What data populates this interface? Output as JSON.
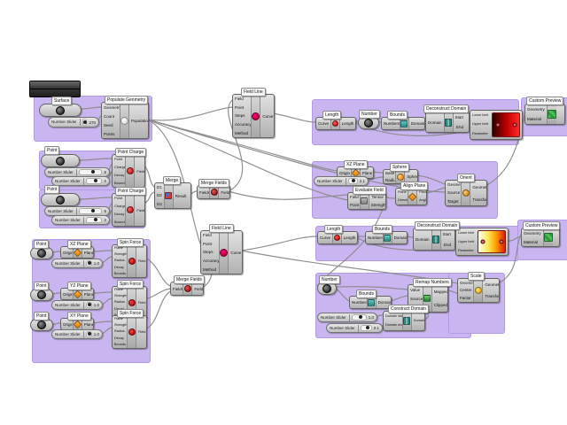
{
  "sliders": {
    "label": "Number Slider",
    "values": {
      "populate": "270",
      "c1a": "5",
      "c1b": "2",
      "c2a": "5",
      "c2b": "2",
      "d1": "1.0",
      "d2": "1.0",
      "d3": "1.0",
      "e": "2.1",
      "g1": "1.0",
      "g2": "0.1"
    }
  },
  "params": {
    "surface": "Surface",
    "point": "Point",
    "number": "Number"
  },
  "nodes": {
    "populate": {
      "tag": "Populate Geometry",
      "inputs": [
        "Geometry",
        "Count",
        "Seed",
        "Points"
      ],
      "outputs": [
        "Population"
      ]
    },
    "field_line": {
      "tag": "Field Line",
      "inputs": [
        "Field",
        "Point",
        "Steps",
        "Accuracy",
        "Method"
      ],
      "outputs": [
        "Curve"
      ]
    },
    "length": {
      "tag": "Length",
      "inputs": [
        "Curve"
      ],
      "outputs": [
        "Length"
      ]
    },
    "bounds": {
      "tag": "Bounds",
      "inputs": [
        "Numbers"
      ],
      "outputs": [
        "Domain"
      ]
    },
    "decon": {
      "tag": "Deconstruct Domain",
      "inputs": [
        "Domain"
      ],
      "outputs": [
        "Start",
        "End"
      ]
    },
    "gradient": {
      "inputs": [
        "Lower limit",
        "Upper limit",
        "Parameter"
      ]
    },
    "preview": {
      "tag": "Custom Preview",
      "inputs": [
        "Geometry",
        "Material"
      ]
    },
    "point_charge": {
      "tag": "Point Charge",
      "inputs": [
        "Point",
        "Charge",
        "Decay",
        "Bounds"
      ],
      "outputs": [
        "Field"
      ]
    },
    "merge": {
      "tag": "Merge",
      "inputs": [
        "D1",
        "D2",
        "D3"
      ],
      "outputs": [
        "Result"
      ]
    },
    "merge_fields": {
      "tag": "Merge Fields",
      "inputs": [
        "Fields"
      ],
      "outputs": [
        "Field"
      ]
    },
    "plane": {
      "xz": "XZ Plane",
      "yz": "YZ Plane",
      "xy": "XY Plane",
      "inputs": [
        "Origin"
      ],
      "outputs": [
        "Plane"
      ]
    },
    "spin": {
      "tag": "Spin Force",
      "inputs": [
        "Plane",
        "Strength",
        "Radius",
        "Decay",
        "Bounds"
      ],
      "outputs": [
        "Field"
      ]
    },
    "sphere": {
      "tag": "Sphere",
      "inputs": [
        "Base",
        "Radius"
      ],
      "outputs": [
        "Sphere"
      ]
    },
    "eval_field": {
      "tag": "Evaluate Field",
      "inputs": [
        "Field",
        "Point"
      ],
      "outputs": [
        "Tensor",
        "Strength"
      ]
    },
    "align": {
      "tag": "Align Plane",
      "inputs": [
        "Plane",
        "Direction"
      ],
      "outputs": [
        "Plane",
        "Angle"
      ]
    },
    "orient": {
      "tag": "Orient",
      "inputs": [
        "Geometry",
        "Source",
        "Target"
      ],
      "outputs": [
        "Geometry",
        "Transform"
      ]
    },
    "remap": {
      "tag": "Remap Numbers",
      "inputs": [
        "Value",
        "Source",
        "Target"
      ],
      "outputs": [
        "Mapped",
        "Clipped"
      ]
    },
    "cdomain": {
      "tag": "Construct Domain",
      "inputs": [
        "Domain start",
        "Domain end"
      ],
      "outputs": [
        "Domain"
      ]
    },
    "scale": {
      "tag": "Scale",
      "inputs": [
        "Geometry",
        "Center",
        "Factor"
      ],
      "outputs": [
        "Geometry",
        "Transform"
      ]
    }
  },
  "colors": {
    "group": "#c9b5ef",
    "wire": "#8b8b8b",
    "gradient_red": [
      "#2e0000",
      "#ff2a2a"
    ],
    "gradient_heat": [
      "#fffef0",
      "#ffe95e",
      "#ffa200",
      "#e31b00"
    ],
    "preview_material": "#3fae49"
  }
}
